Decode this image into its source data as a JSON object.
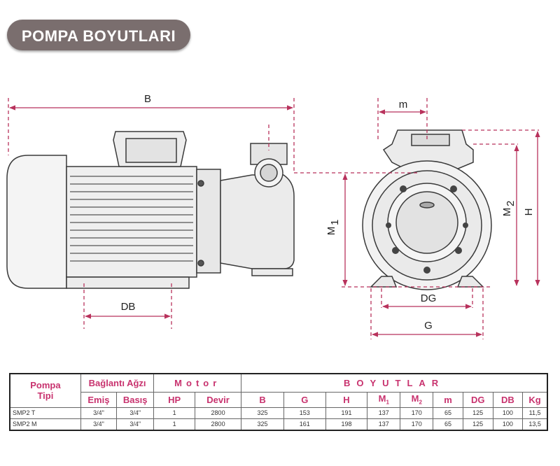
{
  "title": "POMPA BOYUTLARI",
  "dimension_labels": {
    "B": "B",
    "DB": "DB",
    "m": "m",
    "M1": "M",
    "M1_sub": "1",
    "M2": "M",
    "M2_sub": "2",
    "H": "H",
    "DG": "DG",
    "G": "G"
  },
  "table": {
    "group_headers": {
      "pompa_line1": "Pompa",
      "pompa_line2": "Tipi",
      "baglanti": "Bağlantı Ağzı",
      "motor": "Motor",
      "boyutlar": "BOYUTLAR"
    },
    "sub_headers": {
      "emis": "Emiş",
      "basis": "Basış",
      "hp": "HP",
      "devir": "Devir",
      "B": "B",
      "G": "G",
      "H": "H",
      "M1": "M",
      "M1_sub": "1",
      "M2": "M",
      "M2_sub": "2",
      "m": "m",
      "DG": "DG",
      "DB": "DB",
      "kg": "Kg"
    },
    "rows": [
      {
        "tip": "SMP2 T",
        "emis": "3/4\"",
        "basis": "3/4\"",
        "hp": "1",
        "devir": "2800",
        "B": "325",
        "G": "153",
        "H": "191",
        "M1": "137",
        "M2": "170",
        "m": "65",
        "DG": "125",
        "DB": "100",
        "kg": "11,5"
      },
      {
        "tip": "SMP2 M",
        "emis": "3/4\"",
        "basis": "3/4\"",
        "hp": "1",
        "devir": "2800",
        "B": "325",
        "G": "161",
        "H": "198",
        "M1": "137",
        "M2": "170",
        "m": "65",
        "DG": "125",
        "DB": "100",
        "kg": "13,5"
      }
    ]
  },
  "colors": {
    "dimension_line": "#b8325c",
    "header_text": "#c8326e",
    "title_pill": "#7a6e6e",
    "outline": "#3a3a3a"
  }
}
